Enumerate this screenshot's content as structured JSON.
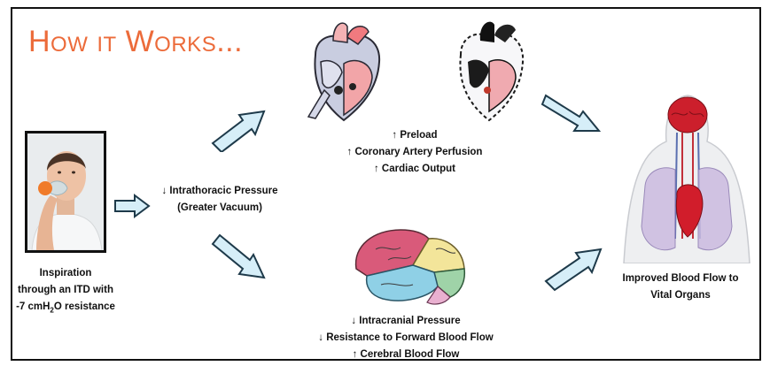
{
  "title": "How it Works...",
  "inspiration": {
    "line1": "Inspiration",
    "line2": "through an ITD with",
    "line3_prefix": "-7 cmH",
    "line3_sub": "2",
    "line3_suffix": "O resistance"
  },
  "intrathoracic": {
    "line1": "↓ Intrathoracic Pressure",
    "line2": "(Greater Vacuum)"
  },
  "heart_effects": {
    "line1": "↑ Preload",
    "line2": "↑ Coronary Artery Perfusion",
    "line3": "↑ Cardiac Output"
  },
  "brain_effects": {
    "line1": "↓ Intracranial Pressure",
    "line2": "↓ Resistance to Forward Blood Flow",
    "line3": "↑ Cerebral Blood Flow"
  },
  "outcome": {
    "line1": "Improved Blood Flow to",
    "line2": "Vital Organs"
  },
  "colors": {
    "title": "#ec6b3a",
    "arrow_fill": "#d6eef8",
    "arrow_stroke": "#1e3a4a"
  },
  "icons": [
    "person-with-itd-mask",
    "heart-diagram-icon",
    "heart-diagram-dark-icon",
    "brain-icon",
    "torso-organs-icon",
    "right-arrow-icon"
  ]
}
